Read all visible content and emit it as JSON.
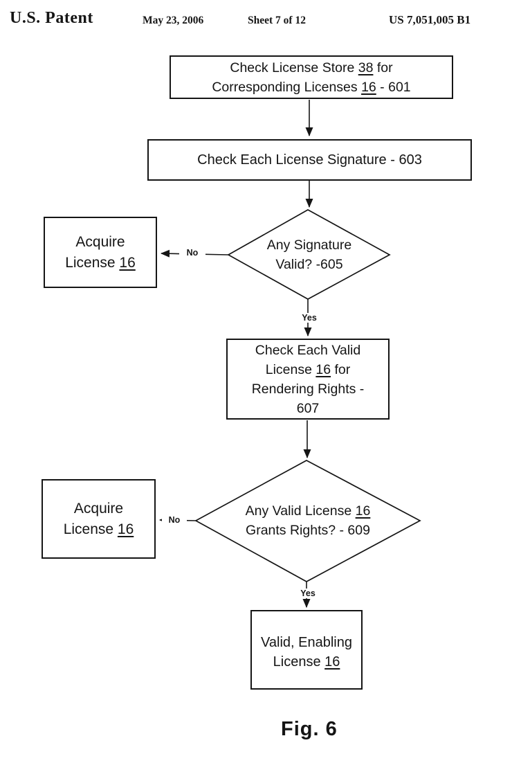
{
  "colors": {
    "ink": "#151515",
    "paper": "#ffffff"
  },
  "header": {
    "patent_label": "U.S. Patent",
    "date": "May 23, 2006",
    "sheet": "Sheet 7 of 12",
    "patent_number": "US 7,051,005 B1"
  },
  "flowchart": {
    "nodes": {
      "n601": {
        "type": "process",
        "lines": [
          [
            {
              "t": "Check License Store "
            },
            {
              "t": "38",
              "u": true
            },
            {
              "t": " for"
            }
          ],
          [
            {
              "t": "Corresponding Licenses "
            },
            {
              "t": "16",
              "u": true
            },
            {
              "t": " - 601"
            }
          ]
        ]
      },
      "n603": {
        "type": "process",
        "lines": [
          [
            {
              "t": "Check Each License Signature - 603"
            }
          ]
        ]
      },
      "n605": {
        "type": "decision",
        "lines": [
          [
            {
              "t": "Any Signature"
            }
          ],
          [
            {
              "t": "Valid? -605"
            }
          ]
        ]
      },
      "acquire_a": {
        "type": "process",
        "lines": [
          [
            {
              "t": "Acquire"
            }
          ],
          [
            {
              "t": "License "
            },
            {
              "t": "16",
              "u": true
            }
          ]
        ]
      },
      "n607": {
        "type": "process",
        "lines": [
          [
            {
              "t": "Check Each Valid"
            }
          ],
          [
            {
              "t": "License "
            },
            {
              "t": "16",
              "u": true
            },
            {
              "t": " for"
            }
          ],
          [
            {
              "t": "Rendering Rights -"
            }
          ],
          [
            {
              "t": "607"
            }
          ]
        ]
      },
      "n609": {
        "type": "decision",
        "lines": [
          [
            {
              "t": "Any Valid License "
            },
            {
              "t": "16",
              "u": true
            }
          ],
          [
            {
              "t": "Grants Rights? - 609"
            }
          ]
        ]
      },
      "acquire_b": {
        "type": "process",
        "lines": [
          [
            {
              "t": "Acquire"
            }
          ],
          [
            {
              "t": "License "
            },
            {
              "t": "16",
              "u": true
            }
          ]
        ]
      },
      "n611": {
        "type": "process",
        "lines": [
          [
            {
              "t": "Valid, Enabling"
            }
          ],
          [
            {
              "t": "License "
            },
            {
              "t": "16",
              "u": true
            }
          ]
        ]
      }
    },
    "edge_labels": {
      "no_605": "No",
      "yes_605": "Yes",
      "no_609": "No",
      "yes_609": "Yes"
    }
  },
  "figure_caption": "Fig. 6"
}
